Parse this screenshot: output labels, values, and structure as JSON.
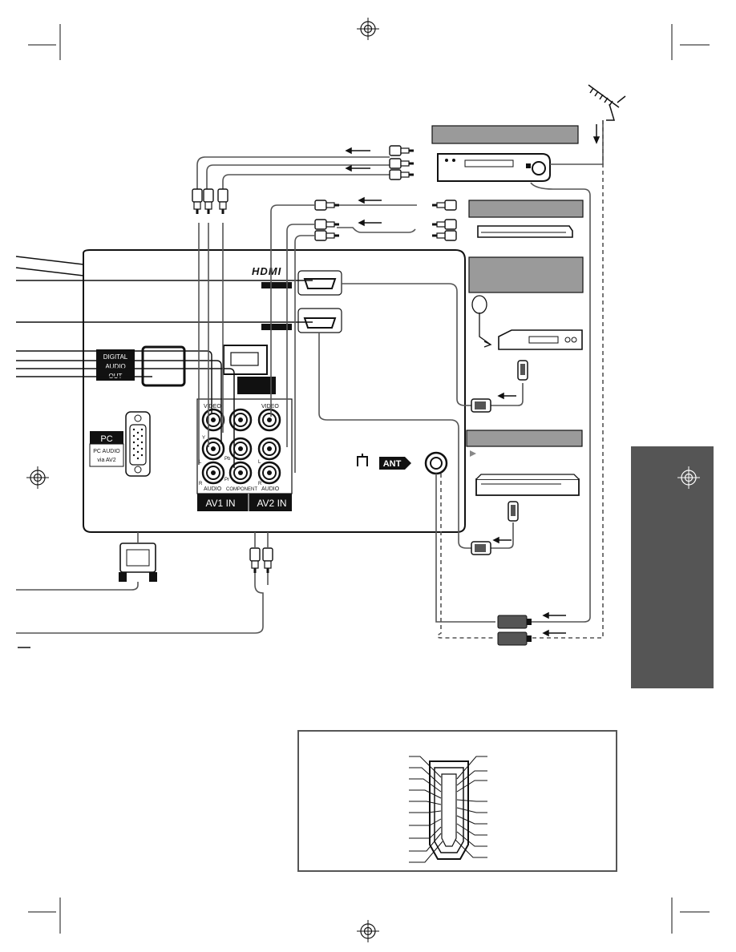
{
  "panel": {
    "hdmi_logo": "HDMI",
    "digital_audio_out": [
      "DIGITAL",
      "AUDIO",
      "OUT"
    ],
    "pc_label": "PC",
    "pc_audio_note": [
      "PC AUDIO",
      "via AV2"
    ],
    "ant_label": "ANT",
    "av1_in": "AV1 IN",
    "av2_in": "AV2 IN",
    "jack_video": "VIDEO",
    "jack_audio": "AUDIO",
    "jack_component": "COMPONENT",
    "jack_y": "Y",
    "jack_pb": "Pb",
    "jack_pr": "Pr",
    "jack_l": "L",
    "jack_r": "R"
  },
  "colors": {
    "ink": "#1a1a1a",
    "cable": "#555555",
    "header_box": "#9a9a9a",
    "side_tab": "#555555",
    "av_bar": "#111111"
  },
  "icons": [
    "registration-mark-icon",
    "antenna-icon",
    "satellite-dish-icon",
    "arrow-icon"
  ]
}
